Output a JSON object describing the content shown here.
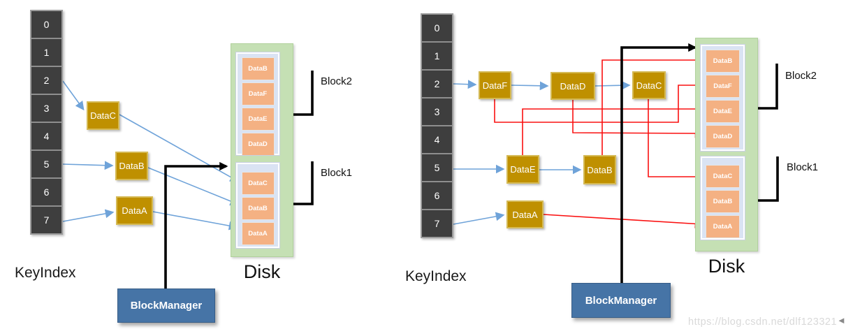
{
  "left": {
    "key_index": {
      "label": "KeyIndex",
      "cells": [
        "0",
        "1",
        "2",
        "3",
        "4",
        "5",
        "6",
        "7"
      ]
    },
    "nodes": {
      "datac": "DataC",
      "datab": "DataB",
      "dataa": "DataA"
    },
    "disk": {
      "label": "Disk",
      "block2": {
        "label": "Block2",
        "items": [
          "DataB",
          "DataF",
          "DataE",
          "DataD"
        ]
      },
      "block1": {
        "label": "Block1",
        "items": [
          "DataC",
          "DataB",
          "DataA"
        ]
      }
    },
    "block_manager": "BlockManager",
    "connections": [
      {
        "from": "index-2",
        "to": "DataC",
        "color": "blue"
      },
      {
        "from": "index-5",
        "to": "DataB",
        "color": "blue"
      },
      {
        "from": "index-7",
        "to": "DataA",
        "color": "blue"
      },
      {
        "from": "DataC",
        "to": "disk-block1-DataC",
        "color": "blue"
      },
      {
        "from": "DataB",
        "to": "disk-block1-DataB",
        "color": "blue"
      },
      {
        "from": "DataA",
        "to": "disk-block1-DataA",
        "color": "blue"
      },
      {
        "from": "BlockManager",
        "to": "disk-block1",
        "color": "black"
      }
    ]
  },
  "right": {
    "key_index": {
      "label": "KeyIndex",
      "cells": [
        "0",
        "1",
        "2",
        "3",
        "4",
        "5",
        "6",
        "7"
      ]
    },
    "nodes": {
      "dataf": "DataF",
      "datad": "DataD",
      "datac": "DataC",
      "datae": "DataE",
      "datab": "DataB",
      "dataa": "DataA"
    },
    "disk": {
      "label": "Disk",
      "block2": {
        "label": "Block2",
        "items": [
          "DataB",
          "DataF",
          "DataE",
          "DataD"
        ]
      },
      "block1": {
        "label": "Block1",
        "items": [
          "DataC",
          "DataB",
          "DataA"
        ]
      }
    },
    "block_manager": "BlockManager",
    "connections": [
      {
        "from": "index-2",
        "to": "DataF",
        "color": "blue"
      },
      {
        "from": "DataF",
        "to": "DataD",
        "color": "blue"
      },
      {
        "from": "DataD",
        "to": "DataC",
        "color": "blue"
      },
      {
        "from": "index-5",
        "to": "DataE",
        "color": "blue"
      },
      {
        "from": "DataE",
        "to": "DataB",
        "color": "blue"
      },
      {
        "from": "index-7",
        "to": "DataA",
        "color": "blue"
      },
      {
        "from": "DataB",
        "to": "disk-block2-DataB",
        "color": "red"
      },
      {
        "from": "DataF",
        "to": "disk-block2-DataF",
        "color": "red"
      },
      {
        "from": "DataE",
        "to": "disk-block2-DataE",
        "color": "red"
      },
      {
        "from": "DataD",
        "to": "disk-block2-DataD",
        "color": "red"
      },
      {
        "from": "DataC",
        "to": "disk-block1-DataC",
        "color": "red"
      },
      {
        "from": "DataA",
        "to": "disk-block1-DataA",
        "color": "red"
      },
      {
        "from": "BlockManager",
        "to": "disk-block2",
        "color": "black"
      }
    ]
  },
  "watermark": {
    "text": "https://blog.csdn.net/dlf123321",
    "arrow_glyph": "◄"
  },
  "colors": {
    "index_cell": "#3e3e3e",
    "gold_node": "#bf9000",
    "disk_panel_green": "#c5e0b4",
    "block_panel_blue": "#dae3f3",
    "disk_item_orange": "#f4b183",
    "block_manager_blue": "#4674a6",
    "blue_arrow": "#6fa3d9",
    "red_arrow": "#fa1010",
    "black_arrow": "#000000"
  }
}
